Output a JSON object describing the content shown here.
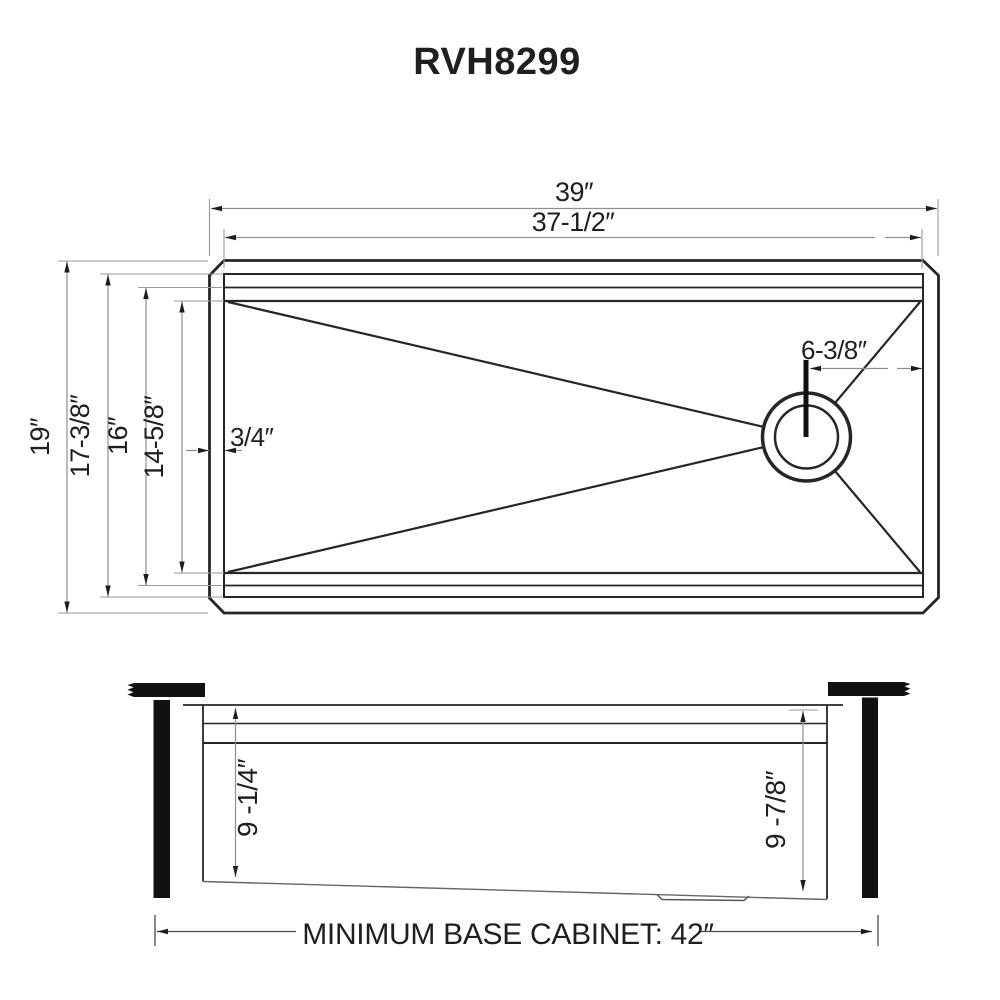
{
  "title": "RVH8299",
  "colors": {
    "line": "#262626",
    "dimension_line": "#8f8f8f",
    "solid_fill": "#111111",
    "text": "#1f1f1f"
  },
  "top_view": {
    "dim_overall_width": "39″",
    "dim_inner_width": "37-1/2″",
    "dim_overall_depth": "19″",
    "dim_rim_depth": "17-3/8″",
    "dim_ledge_depth": "16″",
    "dim_bowl_depth": "14-5/8″",
    "dim_rim_thickness": "3/4″",
    "dim_drain_offset": "6-3/8″"
  },
  "side_view": {
    "dim_depth_left": "9 -1/4″",
    "dim_depth_right": "9 -7/8″",
    "cabinet_note": "MINIMUM BASE CABINET: 42″"
  }
}
